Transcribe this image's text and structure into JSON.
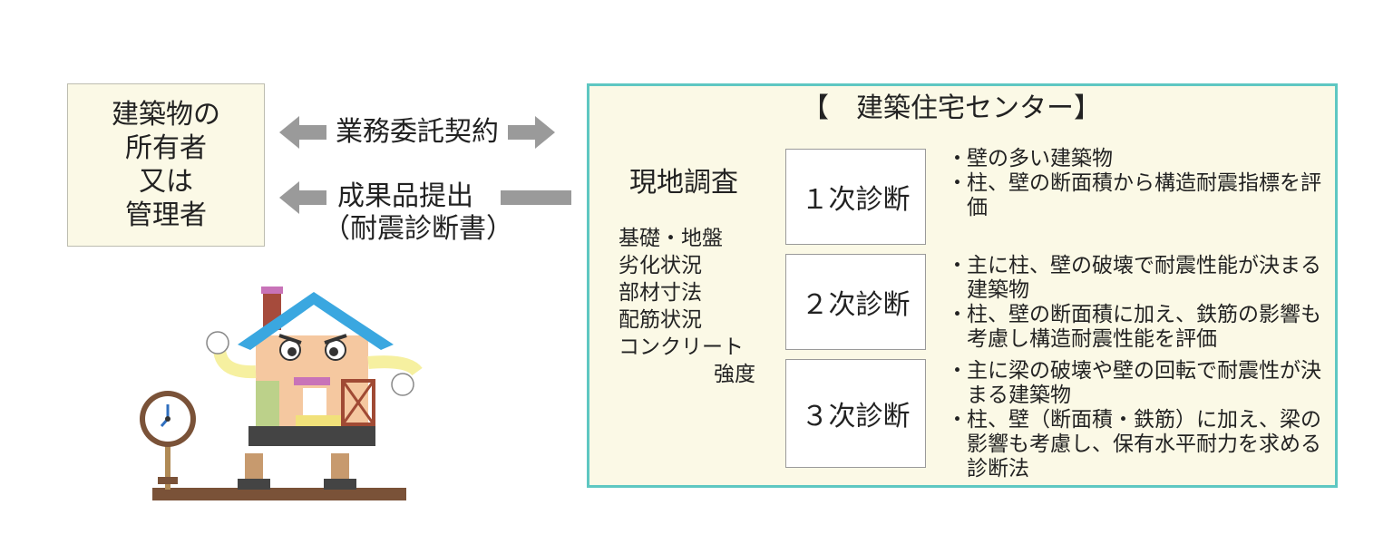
{
  "owner": {
    "lines": [
      "建築物の",
      "所有者",
      "又は",
      "管理者"
    ]
  },
  "arrows": {
    "contract_label": "業務委託契約",
    "result_label_line1": "成果品提出",
    "result_label_line2": "（耐震診断書）"
  },
  "center": {
    "title": "【　建築住宅センター】",
    "survey": {
      "title": "現地調査",
      "items": [
        "基礎・地盤",
        "劣化状況",
        "部材寸法",
        "配筋状況",
        "コンクリート",
        "強度"
      ]
    },
    "diagnoses": [
      {
        "label": "１次診断",
        "points": [
          "壁の多い建築物",
          "柱、壁の断面積から構造耐震指標を評価"
        ]
      },
      {
        "label": "２次診断",
        "points": [
          "主に柱、壁の破壊で耐震性能が決まる建築物",
          "柱、壁の断面積に加え、鉄筋の影響も考慮し構造耐震性能を評価"
        ]
      },
      {
        "label": "３次診断",
        "points": [
          "主に梁の破壊や壁の回転で耐震性が決まる建築物",
          "柱、壁（断面積・鉄筋）に加え、梁の影響も考慮し、保有水平耐力を求める診断法"
        ]
      }
    ],
    "bullet": "・"
  },
  "colors": {
    "arrow": "#9a9a9a",
    "accent_border": "#5ec7c2",
    "box_fill": "#fbf9e6"
  },
  "icons": [
    "house-character-illustration",
    "clock-icon"
  ]
}
